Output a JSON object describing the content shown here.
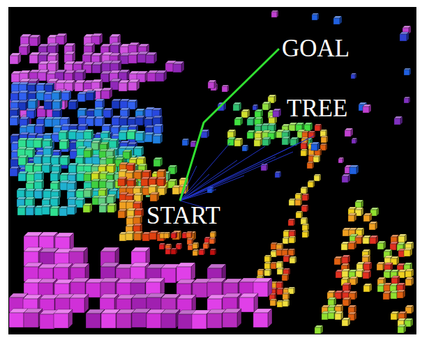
{
  "diagram": {
    "labels": [
      "GOAL",
      "TREE",
      "START"
    ]
  }
}
